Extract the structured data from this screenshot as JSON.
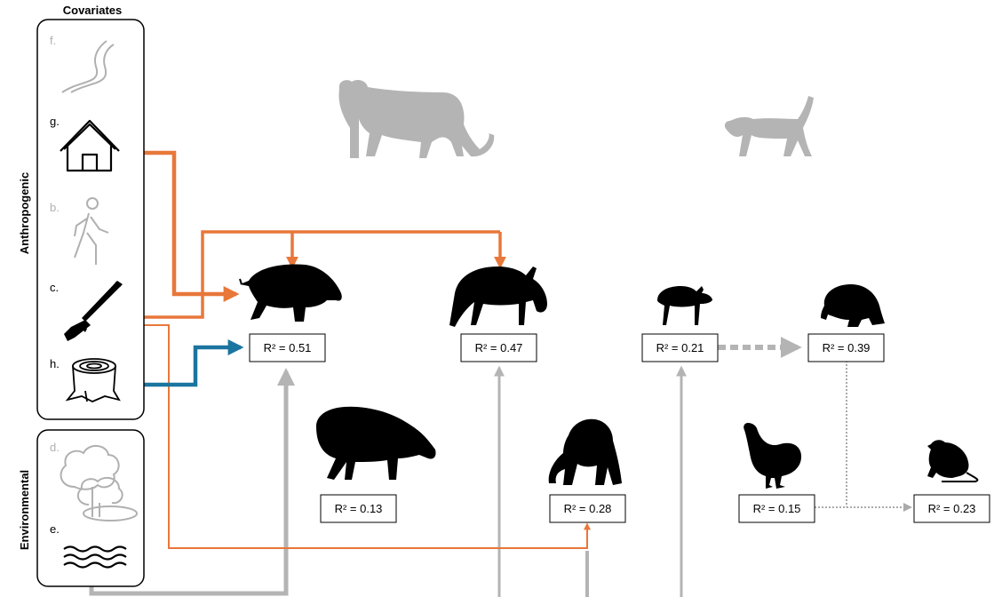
{
  "header": {
    "covariates_label": "Covariates"
  },
  "groups": {
    "anthropogenic_label": "Anthropogenic",
    "environmental_label": "Environmental"
  },
  "covariates": [
    {
      "letter": "f.",
      "icon": "road-icon",
      "significant": false
    },
    {
      "letter": "g.",
      "icon": "house-icon",
      "significant": true
    },
    {
      "letter": "b.",
      "icon": "pedestrian-icon",
      "significant": false
    },
    {
      "letter": "c.",
      "icon": "rifle-icon",
      "significant": true
    },
    {
      "letter": "h.",
      "icon": "tree-stump-icon",
      "significant": true
    },
    {
      "letter": "d.",
      "icon": "forest-icon",
      "significant": false
    },
    {
      "letter": "e.",
      "icon": "water-icon",
      "significant": true
    }
  ],
  "predators": [
    {
      "icon": "tiger-icon"
    },
    {
      "icon": "wild-cat-icon"
    }
  ],
  "species": [
    {
      "icon": "wild-boar-icon",
      "r2": "R² = 0.51"
    },
    {
      "icon": "deer-icon",
      "r2": "R² = 0.47"
    },
    {
      "icon": "muntjac-icon",
      "r2": "R² = 0.21"
    },
    {
      "icon": "porcupine-icon",
      "r2": "R² = 0.39"
    },
    {
      "icon": "tapir-icon",
      "r2": "R² = 0.13"
    },
    {
      "icon": "primate-icon",
      "r2": "R² = 0.28"
    },
    {
      "icon": "pheasant-icon",
      "r2": "R² = 0.15"
    },
    {
      "icon": "rat-icon",
      "r2": "R² = 0.23"
    }
  ],
  "colors": {
    "negative": "#e8773a",
    "positive": "#1a75a0",
    "neutral": "#b4b4b4",
    "faded_icon": "#b0b0b0",
    "species_icon": "#000000"
  }
}
